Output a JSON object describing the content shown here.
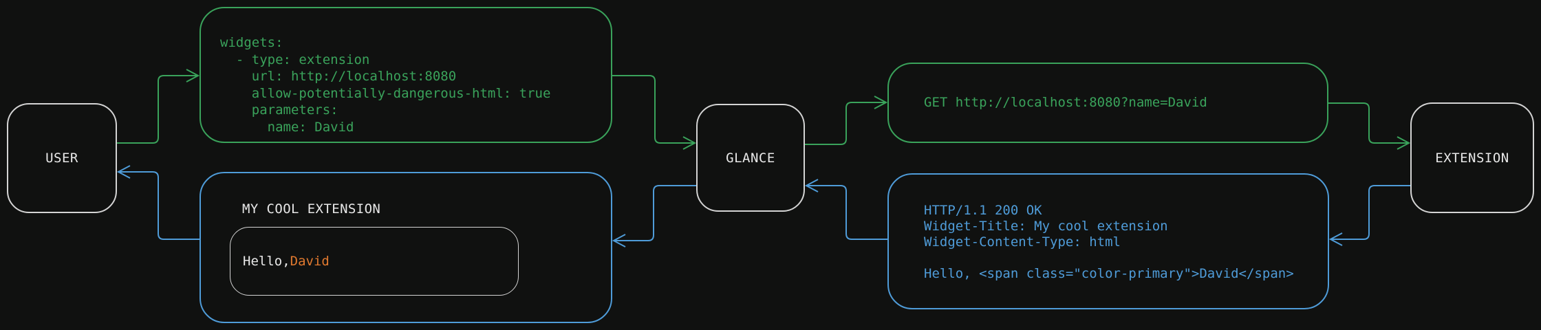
{
  "colors": {
    "background": "#101110",
    "green": "#3aa35b",
    "blue": "#4f9cd9",
    "orange": "#e0792f",
    "node_border": "#d4d4d4",
    "text": "#e8e8e8"
  },
  "nodes": {
    "user": "USER",
    "glance": "GLANCE",
    "extension": "EXTENSION"
  },
  "config_box": {
    "code": "widgets:\n  - type: extension\n    url: http://localhost:8080\n    allow-potentially-dangerous-html: true\n    parameters:\n      name: David"
  },
  "request_box": {
    "code": "GET http://localhost:8080?name=David"
  },
  "response_box": {
    "code": "HTTP/1.1 200 OK\nWidget-Title: My cool extension\nWidget-Content-Type: html\n\nHello, <span class=\"color-primary\">David</span>"
  },
  "widget_box": {
    "title": "MY COOL EXTENSION",
    "greeting_prefix": "Hello, ",
    "greeting_name": "David"
  }
}
